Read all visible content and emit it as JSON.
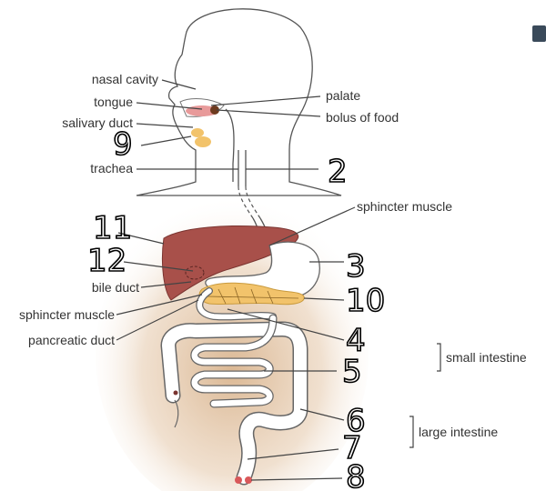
{
  "labels": {
    "nasal_cavity": "nasal cavity",
    "tongue": "tongue",
    "salivary_duct": "salivary duct",
    "trachea": "trachea",
    "palate": "palate",
    "bolus_of_food": "bolus of food",
    "sphincter_muscle_top": "sphincter muscle",
    "bile_duct": "bile duct",
    "sphincter_muscle_left": "sphincter muscle",
    "pancreatic_duct": "pancreatic duct",
    "small_intestine": "small intestine",
    "large_intestine": "large intestine"
  },
  "numbers": {
    "n2": "2",
    "n3": "3",
    "n4": "4",
    "n5": "5",
    "n6": "6",
    "n7": "7",
    "n8": "8",
    "n9": "9",
    "n10": "10",
    "n11": "11",
    "n12": "12"
  },
  "colors": {
    "skin": "#efe9e4",
    "abdomen_glow": "#e6c9a8",
    "liver": "#a8504a",
    "pancreas": "#f2c36b",
    "bolus": "#6e3b1f",
    "mouth_pink": "#e89a9a",
    "organ_fill": "#ffffff"
  }
}
